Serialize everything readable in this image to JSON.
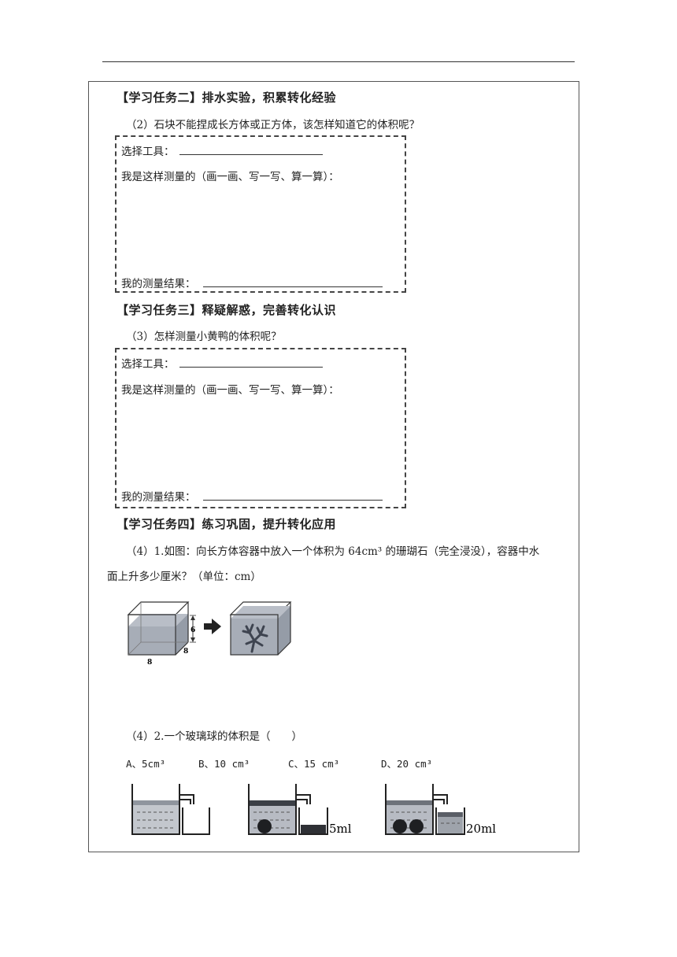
{
  "task2": {
    "title": "【学习任务二】排水实验，积累转化经验",
    "question": "（2）石块不能捏成长方体或正方体，该怎样知道它的体积呢？",
    "tool_label": "选择工具：",
    "method_label": "我是这样测量的（画一画、写一写、算一算）：",
    "result_label": "我的测量结果："
  },
  "task3": {
    "title": "【学习任务三】释疑解惑，完善转化认识",
    "question": "（3）怎样测量小黄鸭的体积呢？",
    "tool_label": "选择工具：",
    "method_label": "我是这样测量的（画一画、写一写、算一算）：",
    "result_label": "我的测量结果："
  },
  "task4": {
    "title": "【学习任务四】练习巩固，提升转化应用",
    "q1_line1": "（4）1.如图：向长方体容器中放入一个体积为 64cm³ 的珊瑚石（完全浸没），容器中水",
    "q1_line2": "面上升多少厘米？（单位：cm）",
    "fig1": {
      "dim_height": "6",
      "dim_depth": "8",
      "dim_width": "8"
    },
    "q2": "（4）2.一个玻璃球的体积是（　　）",
    "options": [
      "A、5cm³",
      "B、10 cm³",
      "C、15 cm³",
      "D、20 cm³"
    ],
    "fig2": {
      "label_b": "5ml",
      "label_c": "20ml"
    }
  }
}
